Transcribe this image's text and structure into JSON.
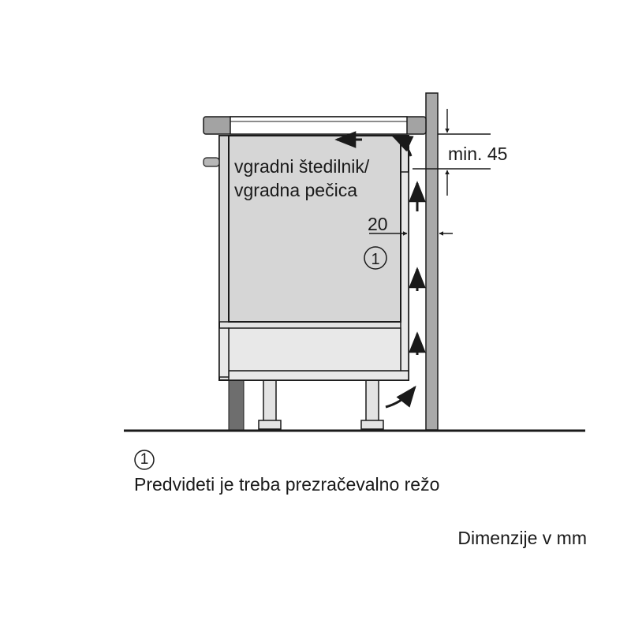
{
  "diagram": {
    "appliance_label_line1": "vgradni štedilnik/",
    "appliance_label_line2": "vgradna pečica",
    "dimension_top": "min. 45",
    "dimension_gap": "20",
    "callout_marker": "1"
  },
  "legend": {
    "marker": "1",
    "text": "Predvideti je treba prezračevalno režo"
  },
  "footer": {
    "units_note": "Dimenzije v mm"
  },
  "colors": {
    "cabinet_fill": "#e3e3e3",
    "appliance_fill": "#d6d6d6",
    "wall_fill": "#a9a9a9",
    "plinth_fill": "#6e6e6e",
    "worktop_fill": "#a3a3a3",
    "line": "#1a1a1a"
  }
}
